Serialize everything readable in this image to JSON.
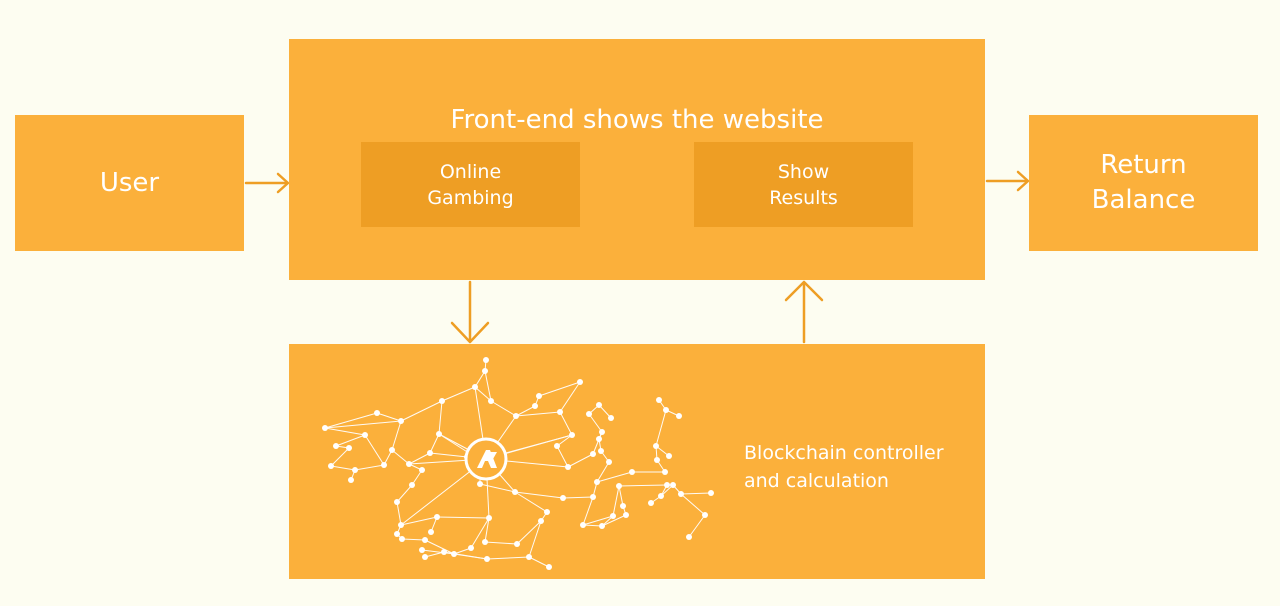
{
  "colors": {
    "background": "#FDFDF1",
    "box": "#FBB03B",
    "inner_box": "#EE9E24",
    "arrow": "#EE9E24",
    "text": "#FFFFFF"
  },
  "nodes": {
    "user": "User",
    "frontend_title": "Front-end shows the website",
    "online_gambing": "Online\nGambing",
    "show_results": "Show\nResults",
    "return_balance": "Return\nBalance",
    "blockchain": "Blockchain controller\nand calculation"
  },
  "icons": {
    "network": "network-graph-icon",
    "center_logo": "blockchain-logo-icon"
  }
}
